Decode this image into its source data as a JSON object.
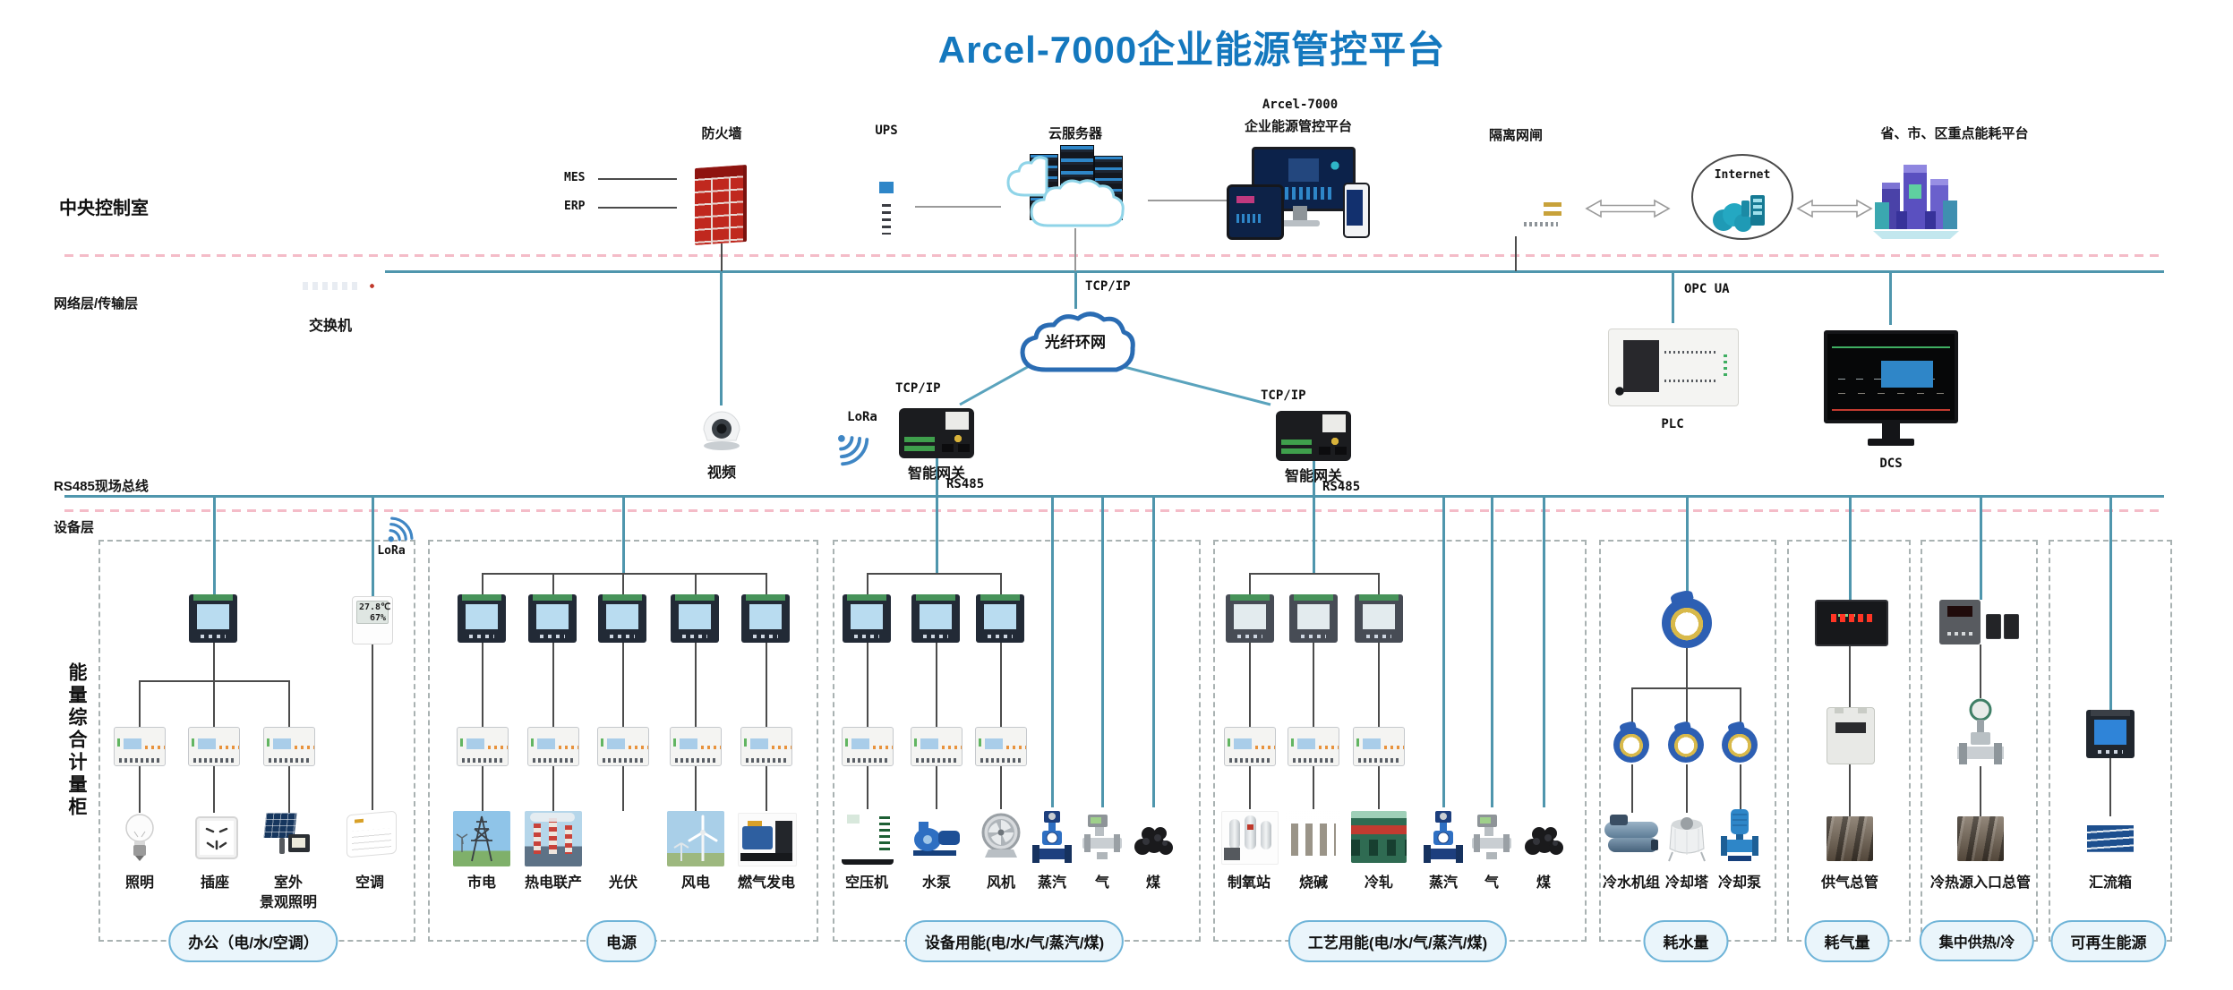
{
  "title": "Arcel-7000企业能源管控平台",
  "layers": {
    "control_room": "中央控制室",
    "network": "网络层/传输层",
    "rs485_bus": "RS485现场总线",
    "device": "设备层",
    "metering_cabinet": "能量综合计量柜"
  },
  "top": {
    "mes": "MES",
    "erp": "ERP",
    "firewall": "防火墙",
    "ups": "UPS",
    "cloud_server": "云服务器",
    "platform_line1": "Arcel-7000",
    "platform_line2": "企业能源管控平台",
    "isolation_gap": "隔离网闸",
    "internet": "Internet",
    "gov_platform": "省、市、区重点能耗平台"
  },
  "network": {
    "switch": "交换机",
    "tcpip_main": "TCP/IP",
    "tcpip_left": "TCP/IP",
    "tcpip_right": "TCP/IP",
    "fiber_ring": "光纤环网",
    "opc_ua": "OPC UA",
    "plc": "PLC",
    "dcs": "DCS",
    "video": "视频",
    "lora_gateway": "LoRa",
    "lora_office": "LoRa",
    "gateway_left": "智能网关",
    "gateway_right": "智能网关",
    "rs485_left": "RS485",
    "rs485_right": "RS485"
  },
  "thermostat": {
    "temp_display": "27.8℃",
    "humidity_display": "67%"
  },
  "groups": [
    {
      "pill": "办公（电/水/空调）",
      "devices": [
        "照明",
        "插座",
        "室外\n景观照明",
        "空调"
      ]
    },
    {
      "pill": "电源",
      "devices": [
        "市电",
        "热电联产",
        "光伏",
        "风电",
        "燃气发电"
      ]
    },
    {
      "pill": "设备用能(电/水/气/蒸汽/煤)",
      "devices": [
        "空压机",
        "水泵",
        "风机",
        "蒸汽",
        "气",
        "煤"
      ]
    },
    {
      "pill": "工艺用能(电/水/气/蒸汽/煤)",
      "devices": [
        "制氧站",
        "烧碱",
        "冷轧",
        "蒸汽",
        "气",
        "煤"
      ]
    },
    {
      "pill": "耗水量",
      "devices": [
        "冷水机组",
        "冷却塔",
        "冷却泵"
      ]
    },
    {
      "pill": "耗气量",
      "devices": [
        "供气总管"
      ]
    },
    {
      "pill": "集中供热/冷",
      "devices": [
        "冷热源入口总管"
      ]
    },
    {
      "pill": "可再生能源",
      "devices": [
        "汇流箱"
      ]
    }
  ],
  "colors": {
    "title_blue": "#1478be",
    "line_teal": "#4f96ad",
    "dashed_pink": "#f4bcc8",
    "pill_bg": "#eaf5fb",
    "pill_border": "#6fb4d8"
  }
}
